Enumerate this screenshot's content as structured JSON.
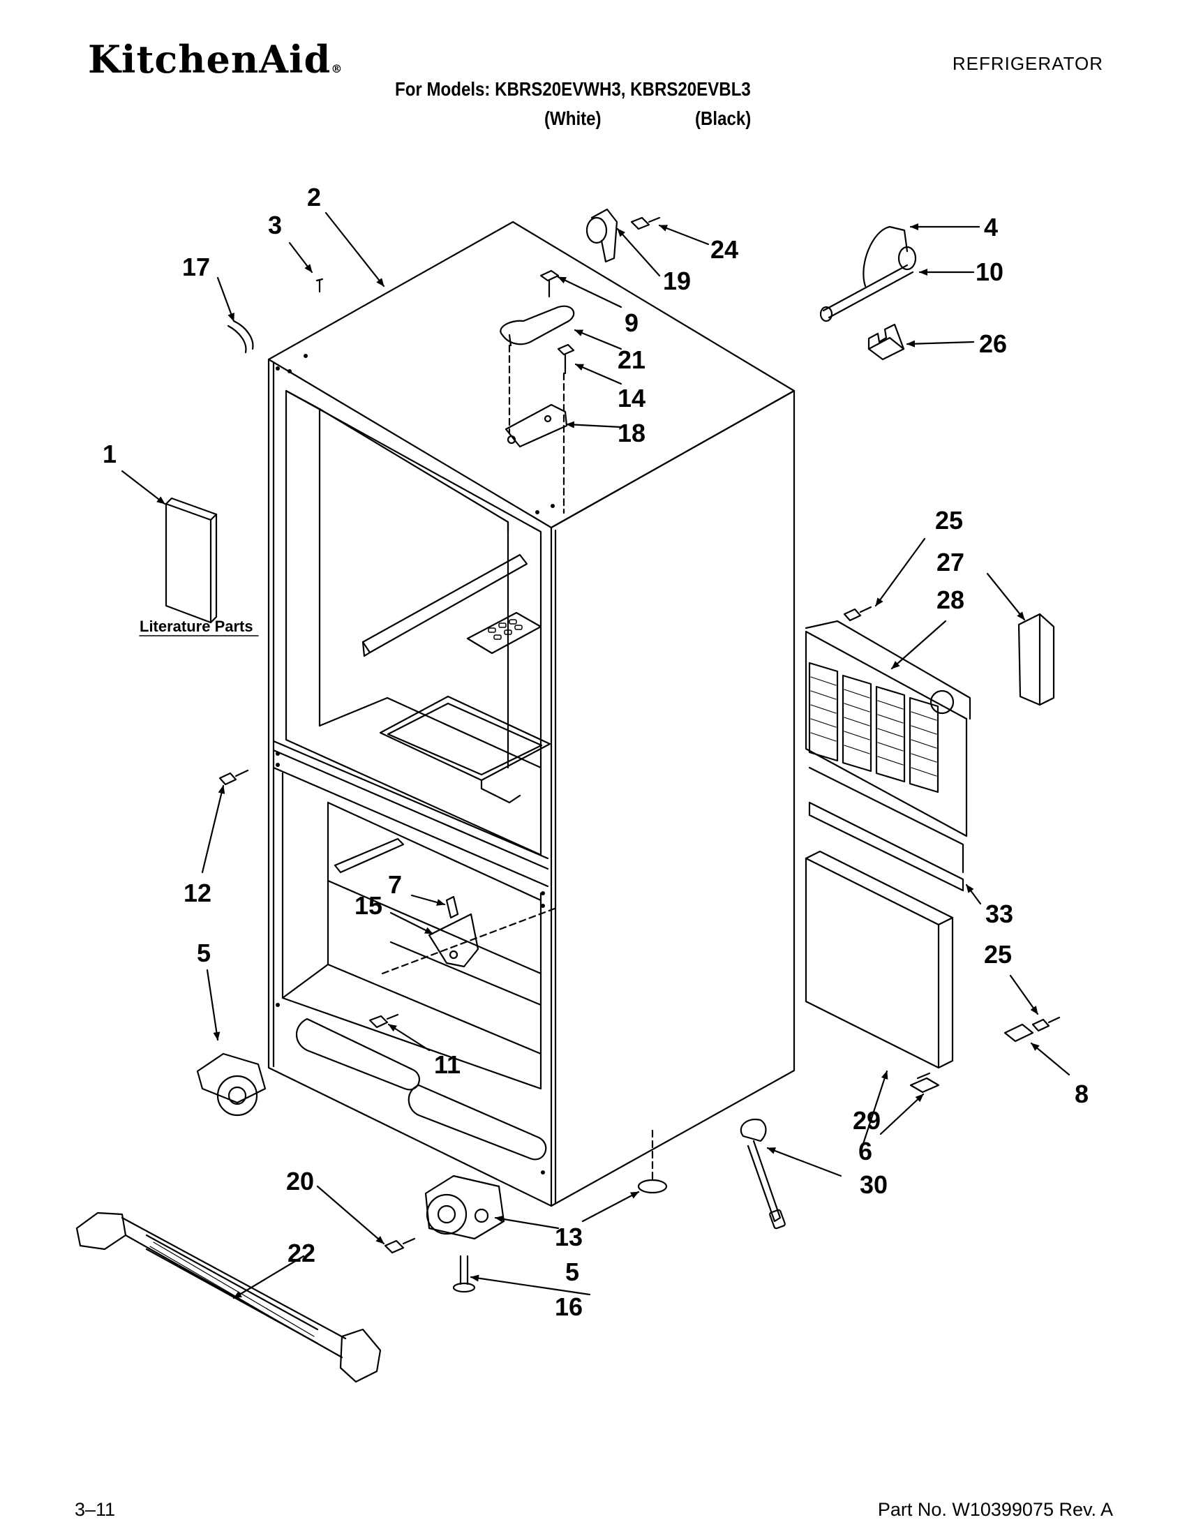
{
  "header": {
    "brand": "KitchenAid",
    "category": "REFRIGERATOR",
    "models_line": "For Models: KBRS20EVWH3, KBRS20EVBL3",
    "model_note_1": "(White)",
    "model_note_2": "(Black)"
  },
  "diagram": {
    "literature_label": "Literature Parts",
    "callouts": [
      "1",
      "2",
      "3",
      "4",
      "5",
      "5",
      "6",
      "7",
      "8",
      "9",
      "10",
      "11",
      "12",
      "13",
      "14",
      "15",
      "16",
      "17",
      "18",
      "19",
      "20",
      "21",
      "22",
      "24",
      "25",
      "25",
      "26",
      "27",
      "28",
      "29",
      "30",
      "33"
    ]
  },
  "footer": {
    "page_number": "3–11",
    "part_number": "Part No. W10399075 Rev. A"
  }
}
